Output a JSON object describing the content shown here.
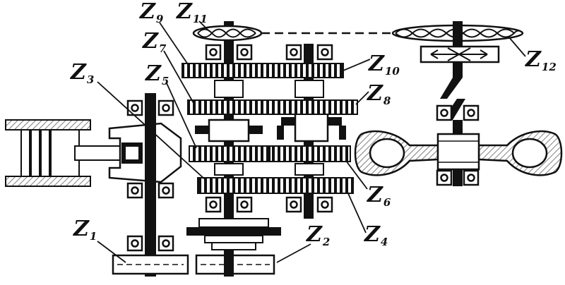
{
  "labels": {
    "z1": {
      "base": "Z",
      "sub": "1"
    },
    "z2": {
      "base": "Z",
      "sub": "2"
    },
    "z3": {
      "base": "Z",
      "sub": "3"
    },
    "z4": {
      "base": "Z",
      "sub": "4"
    },
    "z5": {
      "base": "Z",
      "sub": "5"
    },
    "z6": {
      "base": "Z",
      "sub": "6"
    },
    "z7": {
      "base": "Z",
      "sub": "7"
    },
    "z8": {
      "base": "Z",
      "sub": "8"
    },
    "z9": {
      "base": "Z",
      "sub": "9"
    },
    "z10": {
      "base": "Z",
      "sub": "10"
    },
    "z11": {
      "base": "Z",
      "sub": "11"
    },
    "z12": {
      "base": "Z",
      "sub": "12"
    }
  },
  "colors": {
    "ink": "#111111",
    "paper": "#ffffff",
    "hatch": "#555555"
  }
}
